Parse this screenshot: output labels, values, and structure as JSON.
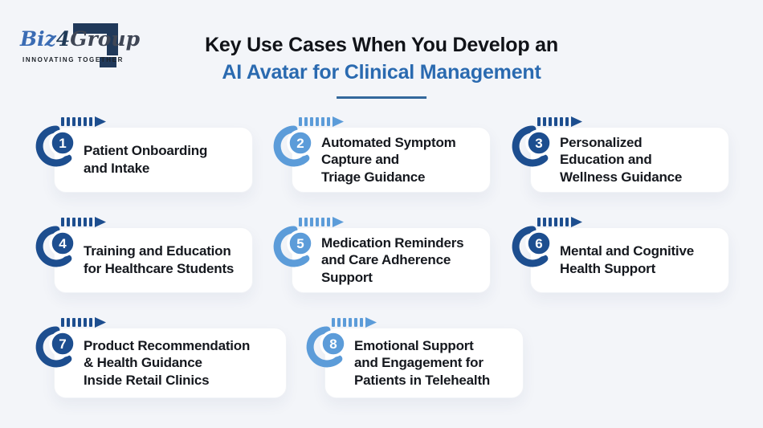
{
  "logo": {
    "biz": "Biz",
    "four": "4",
    "group": "Group",
    "tagline": "INNOVATING TOGETHER"
  },
  "title": {
    "line1": "Key Use Cases When You Develop an",
    "line2": "AI Avatar for Clinical Management"
  },
  "colors": {
    "background": "#f3f5f9",
    "card_background": "#ffffff",
    "text": "#15181e",
    "title_accent": "#2a6ab0",
    "underline": "#33689c",
    "badge_dark": "#1d4e8f",
    "badge_light": "#5c9cd9",
    "logo_bracket": "#20395a"
  },
  "cards": [
    {
      "number": "1",
      "tone": "dark",
      "title": "Patient Onboarding\nand Intake"
    },
    {
      "number": "2",
      "tone": "light",
      "title": "Automated Symptom\nCapture and\nTriage Guidance"
    },
    {
      "number": "3",
      "tone": "dark",
      "title": "Personalized\nEducation and\nWellness Guidance"
    },
    {
      "number": "4",
      "tone": "dark",
      "title": "Training and Education\nfor Healthcare Students"
    },
    {
      "number": "5",
      "tone": "light",
      "title": "Medication Reminders\nand Care Adherence\nSupport"
    },
    {
      "number": "6",
      "tone": "dark",
      "title": "Mental and Cognitive\nHealth Support"
    },
    {
      "number": "7",
      "tone": "dark",
      "title": "Product Recommendation\n& Health Guidance\nInside Retail Clinics"
    },
    {
      "number": "8",
      "tone": "light",
      "title": "Emotional Support\nand Engagement for\nPatients in Telehealth"
    }
  ]
}
